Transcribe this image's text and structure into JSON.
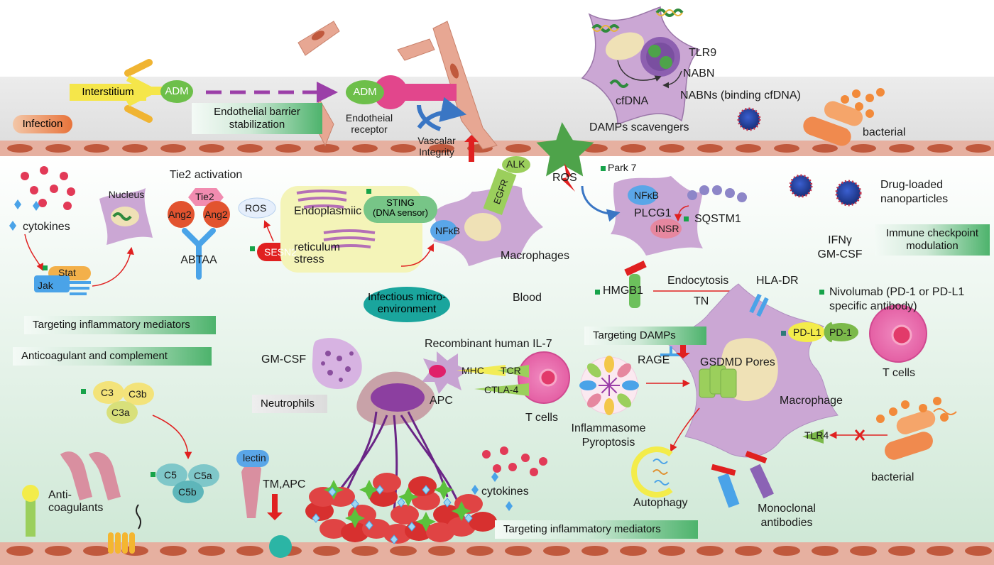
{
  "colors": {
    "band_top": "#e3e3e3",
    "band_bottom": "#cfe8d6",
    "vessel_wall": "#e2a18e",
    "vessel_cell": "#c0593d",
    "cell_purple": "#c7a3d2",
    "marker_green": "#17a34a",
    "arrow_red": "#e02020",
    "arrow_blue": "#3a76c4"
  },
  "top": {
    "interstitium": "Interstitium",
    "adm_left": "ADM",
    "adm_right": "ADM",
    "barrier_banner": "Endothelial barrier\nstabilization",
    "infection": "Infection",
    "endo_receptor": "Endotheial\nreceptor",
    "vascular_integrity": "Vascalar\nIntegrity",
    "tlr9": "TLR9",
    "nabn": "NABN",
    "cfdna": "cfDNA",
    "nabns": "NABNs (binding cfDNA)",
    "damps_scavengers": "DAMPs scavengers",
    "bacterial_top": "bacterial"
  },
  "left": {
    "cytokines": "cytokines",
    "nucleus": "Nucleus",
    "stat": "Stat",
    "jak": "Jak",
    "targeting_inflammatory": "Targeting inflammatory mediators",
    "anticoag_complement": "Anticoagulant and complement",
    "c3": "C3",
    "c3b": "C3b",
    "c3a": "C3a",
    "c5": "C5",
    "c5a": "C5a",
    "c5b": "C5b",
    "anticoagulants": "Anti-\ncoagulants"
  },
  "middle": {
    "tie2_activation": "Tie2 activation",
    "tie2": "Tie2",
    "ang2_left": "Ang2",
    "ang2_right": "Ang2",
    "abtaa": "ABTAA",
    "ros": "ROS",
    "sesn2": "SESN2",
    "er_stress": "Endoplasmiic\n\n\nreticulum\nstress",
    "sting": "STING\n(DNA sensor)",
    "nfkb": "NFκB",
    "alk": "ALK",
    "egfr": "EGFR",
    "macrophages": "Macrophages",
    "infectious_env": "Infectious micro-\nenvironment",
    "blood": "Blood",
    "gm_csf": "GM-CSF",
    "neutrophils": "Neutrophils",
    "lectin": "lectin",
    "tm_apc": "TM,APC",
    "recombinant_il7": "Recombinant human IL-7",
    "mhc": "MHC",
    "tcr": "TCR",
    "ctla4": "CTLA-4",
    "apc": "APC",
    "t_cells_mid": "T cells",
    "cytokines_bottom": "cytokines",
    "targeting_inflammatory_bottom": "Targeting inflammatory mediators"
  },
  "right": {
    "ros": "ROS",
    "park7": "Park 7",
    "nfkb": "NFκB",
    "plcg1": "PLCG1",
    "insr": "INSR",
    "sqstm1": "SQSTM1",
    "drug_loaded": "Drug-loaded\nnanoparticles",
    "immune_checkpoint": "Immune checkpoint\nmodulation",
    "ifng_gmcsf": "IFNγ\nGM-CSF",
    "hmgb1": "HMGB1",
    "endocytosis": "Endocytosis",
    "tn": "TN",
    "hla_dr": "HLA-DR",
    "nivolumab": "Nivolumab (PD-1 or PD-L1\nspecific  antibody)",
    "pd_l1": "PD-L1",
    "pd_1": "PD-1",
    "t_cells_right": "T cells",
    "targeting_damps": "Targeting DAMPs",
    "rage": "RAGE",
    "gsdmd": "GSDMD Pores",
    "macrophage": "Macrophage",
    "inflammasome": "Inflammasome\nPyroptosis",
    "autophagy": "Autophagy",
    "tlr4": "TLR4",
    "bacterial_bottom": "bacterial",
    "monoclonal": "Monoclonal\nantibodies"
  }
}
